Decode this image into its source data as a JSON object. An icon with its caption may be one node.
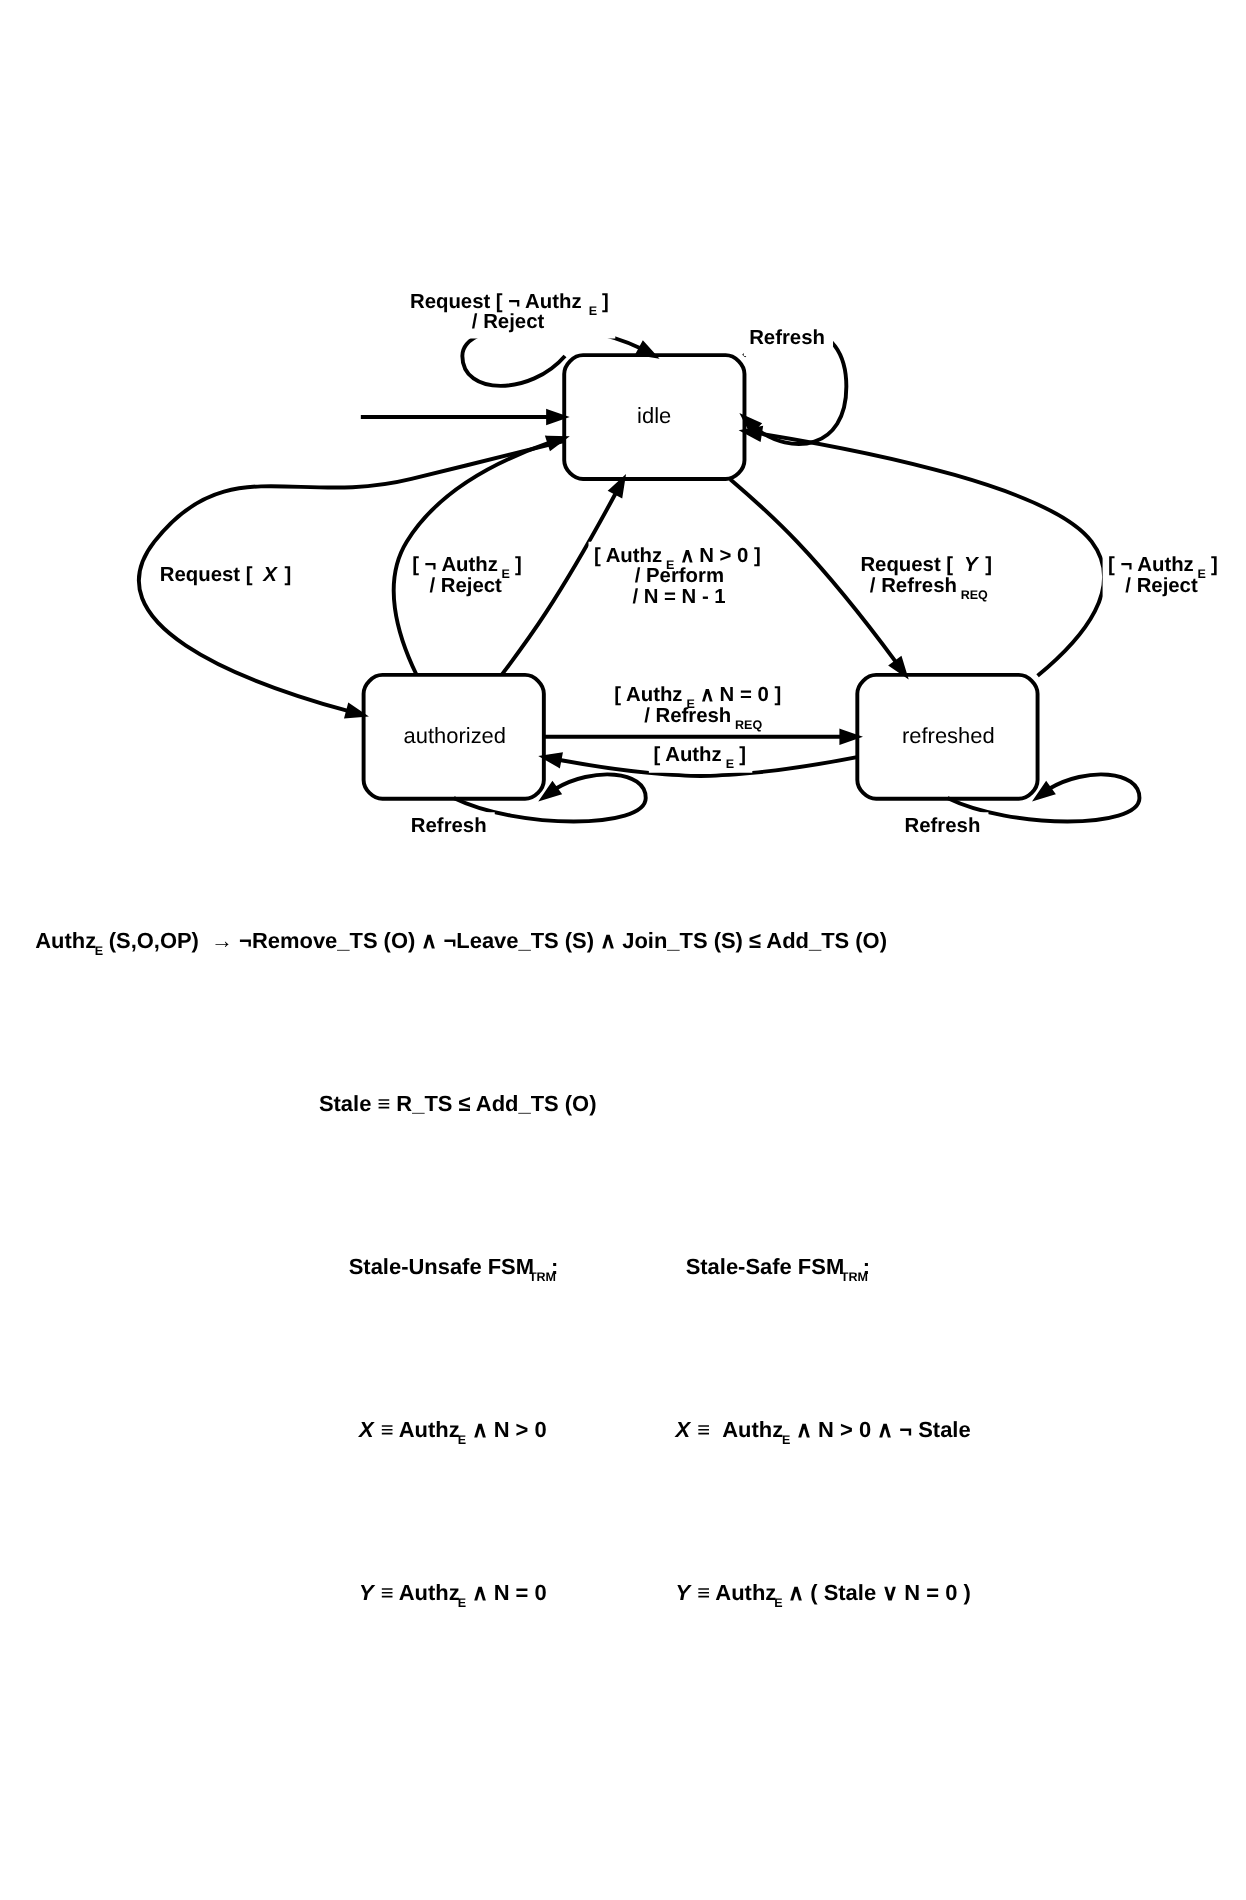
{
  "diagram": {
    "nodes": [
      {
        "text": [
          "idle"
        ]
      },
      {
        "text": [
          "authorized"
        ]
      },
      {
        "text": [
          "refreshed"
        ]
      }
    ],
    "edges": [
      {
        "from": null,
        "to": 0,
        "arrow": "to"
      },
      {
        "from": 0,
        "to": 0,
        "arrow": "to",
        "label": "Request [ ¬ Authz$_{E}$ ] / Reject"
      },
      {
        "from": 0,
        "to": 0,
        "arrow": "to",
        "label": "Refresh"
      },
      {
        "from": 0,
        "to": 1,
        "arrow": "to",
        "label": "Request [ *X* ]"
      },
      {
        "from": 1,
        "to": 0,
        "arrow": "to",
        "label": "[ ¬ Authz$_{E}$ ] / Reject"
      },
      {
        "from": 1,
        "to": 0,
        "arrow": "to",
        "label": "[ Authz$_{E}$ ∧ N > 0 ] / Perform / N = N - 1"
      },
      {
        "from": 2,
        "to": 0,
        "arrow": "to",
        "label": "[ ¬ Authz$_{E}$ ] / Reject"
      },
      {
        "from": 0,
        "to": 2,
        "arrow": "to",
        "label": "Request [ *Y* ] / Refresh$_{REQ}$"
      },
      {
        "from": 2,
        "to": 1,
        "arrow": "to",
        "label": "[ Authz$_{E}$ ]"
      },
      {
        "from": 1,
        "to": 2,
        "arrow": "to",
        "label": "[ Authz$_{E}$ ∧ N = 0 ] / Refresh$_{REQ}$"
      },
      {
        "from": 1,
        "to": 1,
        "arrow": "to",
        "label": "Refresh"
      },
      {
        "from": 2,
        "to": 2,
        "arrow": "to",
        "label": "Refresh"
      }
    ],
    "labels": [
      "Authz$_{E}$ (S,O,OP)  → ¬Remove_TS (O) ∧ ¬Leave_TS (S) ∧ Join_TS (S) ≤ Add_TS (O)",
      "Stale ≡ R_TS ≤ Add_TS (O)",
      "Stale-Unsafe FSM$_{TRM}$:",
      "Stale-Safe FSM$_{TRM}$:",
      "*X* ≡ Authz$_{E}$ ∧ N > 0",
      "*X* ≡  Authz$_{E}$ ∧ N > 0 ∧ ¬ Stale",
      "*Y* ≡ Authz$_{E}$ ∧ N = 0",
      "*Y* ≡ Authz$_{E}$ ∧ ( Stale ∨ N = 0 )"
    ]
  }
}
